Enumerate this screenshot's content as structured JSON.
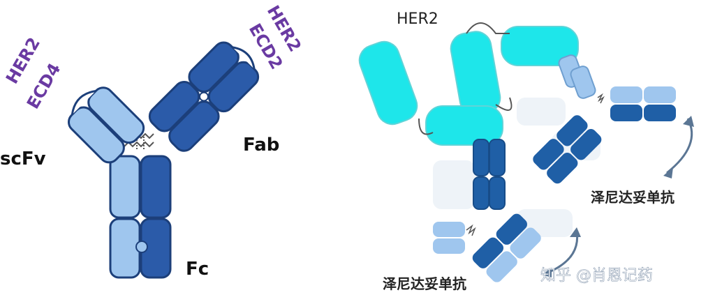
{
  "left_panel": {
    "scfv_target_line1": "HER2",
    "scfv_target_line2": "ECD4",
    "fab_target_line1": "HER2",
    "fab_target_line2": "ECD2",
    "scfv_label": "scFv",
    "fab_label": "Fab",
    "fc_label": "Fc"
  },
  "right_panel": {
    "her2_label": "HER2",
    "drug_label_right": "泽尼达妥单抗",
    "drug_label_bottom": "泽尼达妥单抗"
  },
  "watermark": "知乎 @肖恩记药",
  "colors": {
    "light_blue": "#9fc6ee",
    "dark_blue": "#2b5ba9",
    "mid_blue": "#1f5fa6",
    "cyan": "#1ee6ea",
    "purple_text": "#6a3aa2",
    "arrow_gray": "#5b7694"
  }
}
